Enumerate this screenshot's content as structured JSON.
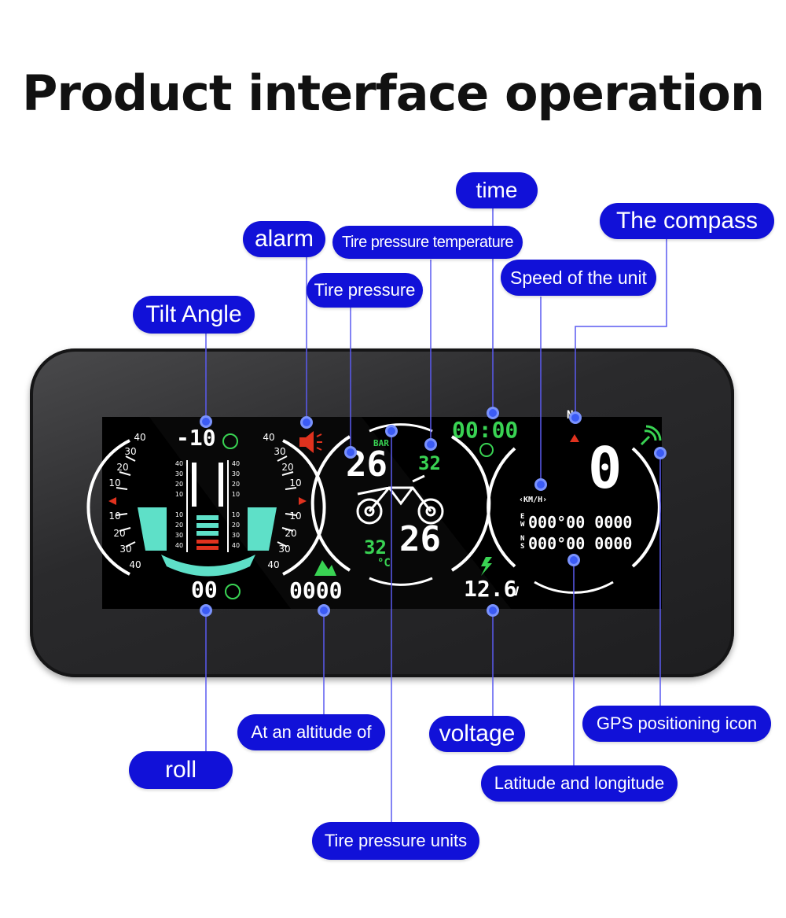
{
  "title": "Product interface operation",
  "labels": {
    "time": "time",
    "compass": "The compass",
    "alarm": "alarm",
    "tire_temp": "Tire pressure temperature",
    "speed": "Speed of the unit",
    "tire_pressure": "Tire pressure",
    "tilt": "Tilt Angle",
    "altitude": "At an altitude of",
    "voltage": "voltage",
    "gps": "GPS positioning icon",
    "roll": "roll",
    "latlon": "Latitude and longitude",
    "tire_units": "Tire pressure units"
  },
  "display": {
    "tilt_value": "-10",
    "roll_value": "00",
    "pressure_top": "26",
    "pressure_bottom": "26",
    "temp_top": "32",
    "temp_bottom": "32",
    "temp_unit": "°C",
    "bar_unit": "BAR",
    "time": "00:00",
    "speed": "0",
    "speed_unit": "‹KM/H›",
    "compass_dir": "N",
    "lat_row": "000°00 0000",
    "lon_row": "000°00 0000",
    "lat_prefix_e": "E",
    "lat_prefix_w": "W",
    "lon_prefix_n": "N",
    "lon_prefix_s": "S",
    "altitude": "0000",
    "voltage": "12.6",
    "voltage_unit": "V",
    "scale_left_top": [
      "40",
      "30",
      "20",
      "10"
    ],
    "scale_ticks": [
      "40",
      "30",
      "20",
      "10",
      "10",
      "20",
      "30",
      "40"
    ]
  },
  "colors": {
    "label_bg": "#1111d8",
    "lcd_white": "#ffffff",
    "lcd_green": "#39d353",
    "lcd_red": "#e0321e",
    "lcd_teal": "#5ee0c8"
  }
}
